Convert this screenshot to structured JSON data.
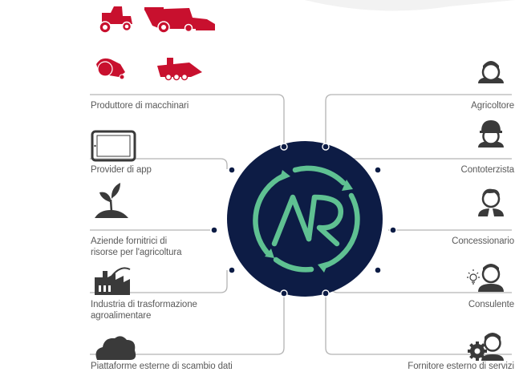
{
  "left_actors": [
    {
      "label": "Produttore di macchinari",
      "icon": "farm-machinery-icon"
    },
    {
      "label": "Provider di app",
      "icon": "tablet-icon"
    },
    {
      "label_lines": [
        "Aziende fornitrici di",
        "risorse per l'agricoltura"
      ],
      "icon": "seedling-icon"
    },
    {
      "label_lines": [
        "Industria di trasformazione",
        "agroalimentare"
      ],
      "icon": "factory-icon"
    },
    {
      "label": "Piattaforme esterne di scambio dati",
      "icon": "cloud-icon"
    }
  ],
  "right_actors": [
    {
      "label": "Agricoltore",
      "icon": "farmer-icon"
    },
    {
      "label": "Contoterzista",
      "icon": "contractor-helmet-icon"
    },
    {
      "label": "Concessionario",
      "icon": "dealer-tie-icon"
    },
    {
      "label": "Consulente",
      "icon": "consultant-idea-icon"
    },
    {
      "label": "Fornitore esterno di servizi",
      "icon": "service-gear-icon"
    }
  ],
  "hub": {
    "logo": "AR",
    "icon": "agrirouter-logo-icon"
  },
  "colors": {
    "machinery_red": "#c8102e",
    "hub_navy": "#0d1c45",
    "hub_green": "#5fc192",
    "line_gray": "#b4b4b4",
    "icon_gray": "#3a3a3a",
    "text_gray": "#5a5a5a"
  }
}
